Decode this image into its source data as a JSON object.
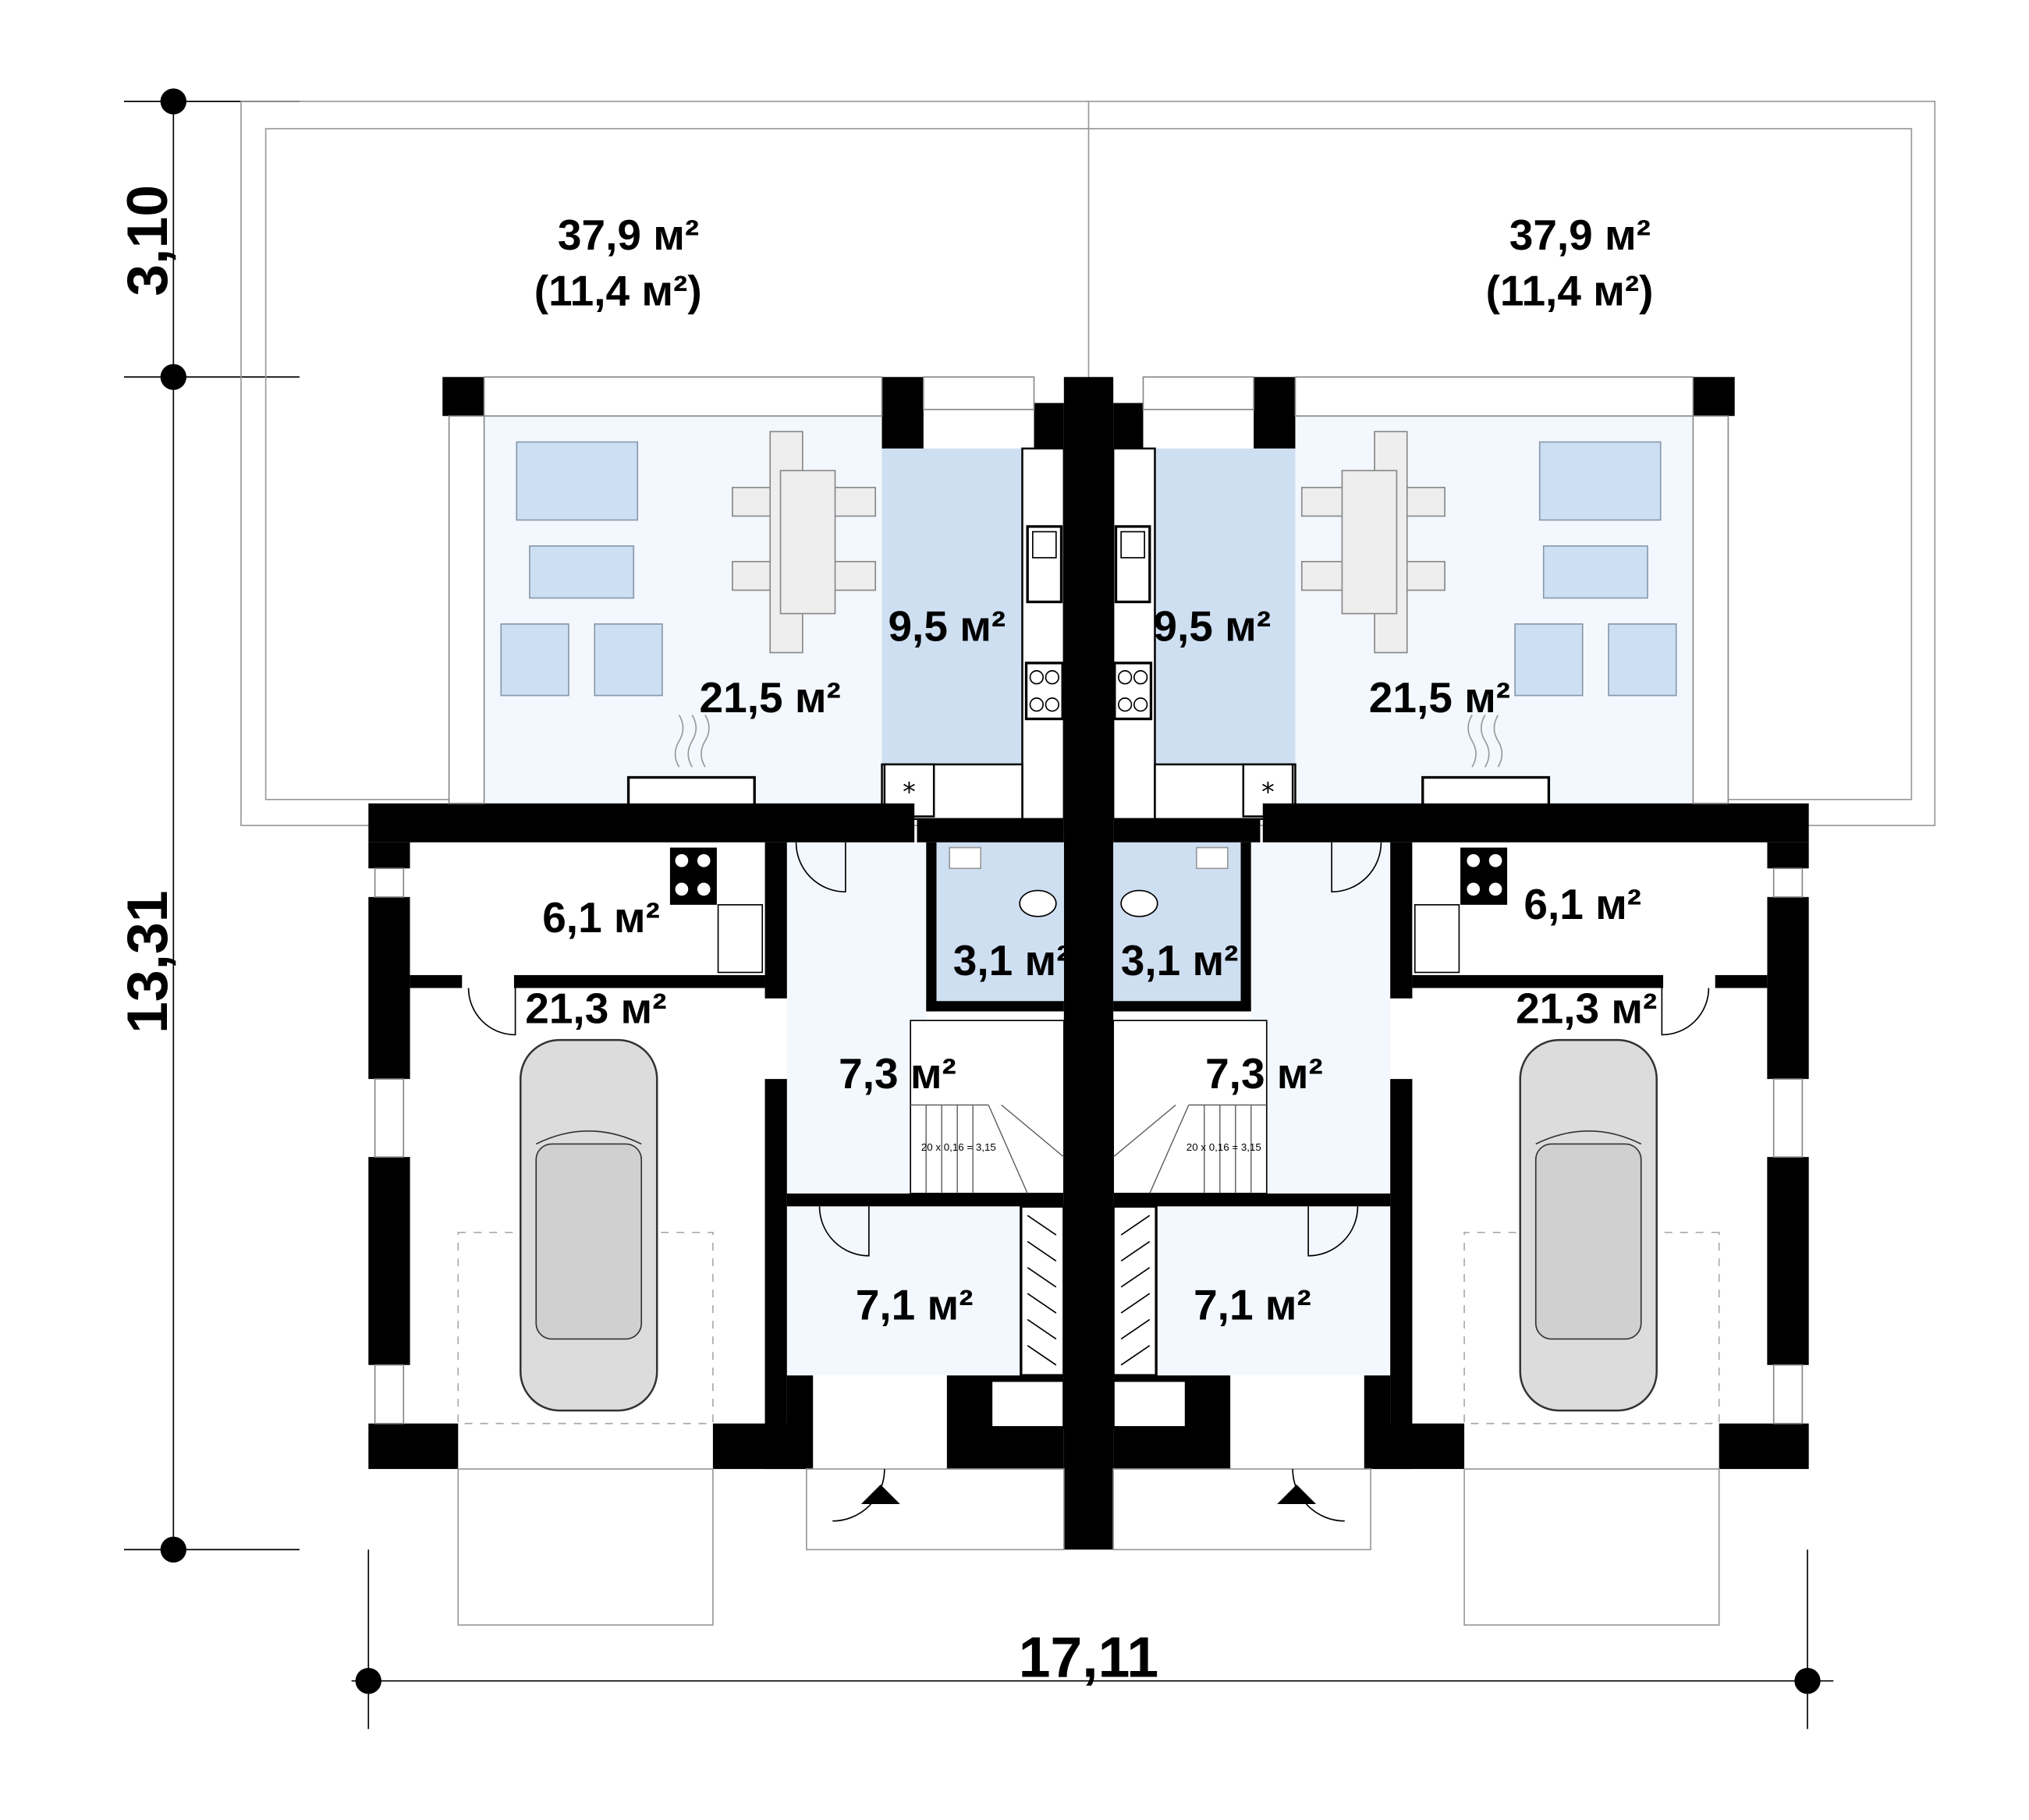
{
  "dimensions": {
    "terrace_depth": "3,10",
    "house_depth": "13,31",
    "house_width": "17,11"
  },
  "colors": {
    "wall": "#000000",
    "living_fill": "#f3f8fe",
    "kitchen_fill": "#cfdff2",
    "furniture": "#cddff3",
    "car": "#dcdcdc"
  },
  "left_unit": {
    "terrace_area": "37,9 м²",
    "terrace_covered": "(11,4 м²)",
    "living": "21,5 м²",
    "kitchen": "9,5 м²",
    "utility": "6,1 м²",
    "garage": "21,3 м²",
    "bathroom": "3,1 м²",
    "hall": "7,3 м²",
    "vestibule": "7,1 м²",
    "stairs": "20 x 0,16 = 3,15"
  },
  "right_unit": {
    "terrace_area": "37,9 м²",
    "terrace_covered": "(11,4 м²)",
    "living": "21,5 м²",
    "kitchen": "9,5 м²",
    "utility": "6,1 м²",
    "garage": "21,3 м²",
    "bathroom": "3,1 м²",
    "hall": "7,3 м²",
    "vestibule": "7,1 м²",
    "stairs": "20 x 0,16 = 3,15"
  }
}
